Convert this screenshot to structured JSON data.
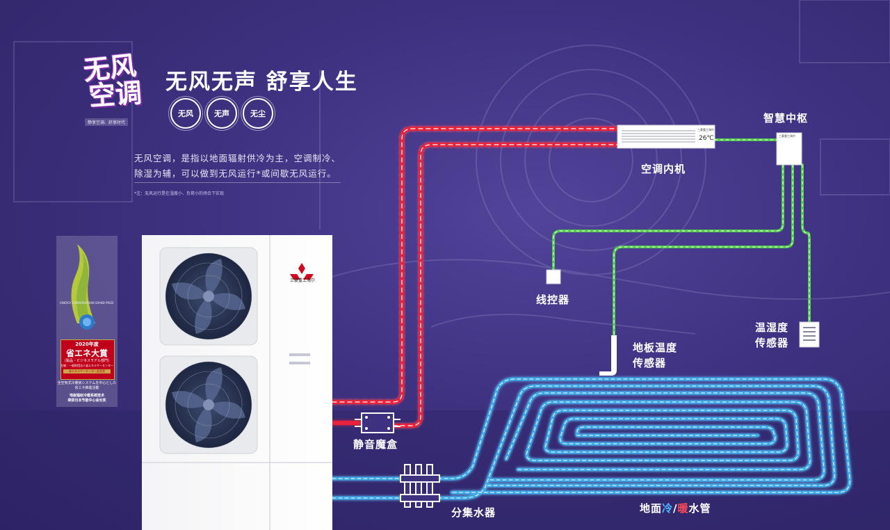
{
  "logo": {
    "line1": "无风",
    "line2": "空调",
    "tagline": "静享空调、舒享时代"
  },
  "slogan": "无风无声 舒享人生",
  "badges": [
    "无风",
    "无声",
    "无尘"
  ],
  "description": "无风空调，是指以地面辐射供冷为主，空调制冷、除湿为辅，可以做到无风运行*或间歇无风运行。",
  "footnote": "*注：无风运行是在湿度小、负荷小的场合下实现",
  "award": {
    "year": "2020年度",
    "title": "省エネ大賞",
    "subtitle": "(製品・ビジネスモデル部門)",
    "sponsor": "主催：一般財団法人省エネルギーセンター",
    "prize": "省エネルギーセンター会長賞",
    "small_text": "全空気式冷暖房システムを中心とした省エネ推進活動",
    "cn_line1": "地板辐射冷暖系统技术",
    "cn_line2": "荣获日本节能中心会长奖",
    "emblem_text": "ENERGY CONSERVATION GRAND PRIZE"
  },
  "outdoor_unit": {
    "brand": "三菱重工海尔"
  },
  "components": {
    "indoor_unit": "空调内机",
    "indoor_display": "26℃",
    "indoor_brand": "三菱重工海尔",
    "hub": "智慧中枢",
    "hub_brand": "三菱重工海尔",
    "wire_controller": "线控器",
    "floor_sensor_line1": "地板温度",
    "floor_sensor_line2": "传感器",
    "humidity_sensor_line1": "温湿度",
    "humidity_sensor_line2": "传感器",
    "silent_box": "静音魔盒",
    "manifold": "分集水器"
  },
  "pipe_label": {
    "prefix": "地面",
    "cold": "冷",
    "slash": "/",
    "warm": "暖",
    "suffix": "水管"
  },
  "colors": {
    "background": "#3e3180",
    "refrigerant_pipe": "#e8243c",
    "water_pipe": "#3aa8e8",
    "signal_wire": "#4fc84a",
    "cold_text": "#4fb6ff",
    "warm_text": "#ff4a5a",
    "award_gold": "#c8a94a",
    "award_red": "#c0001b"
  }
}
